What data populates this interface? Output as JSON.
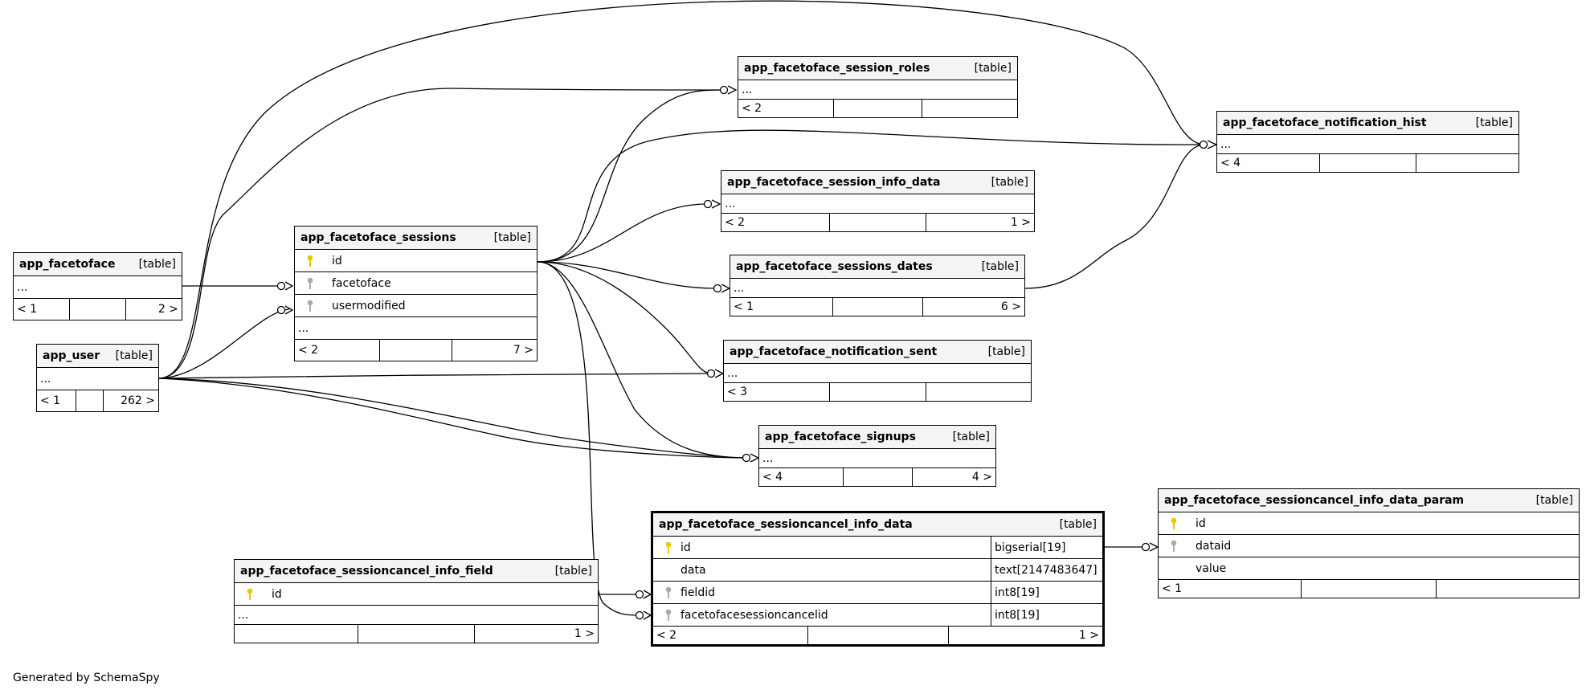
{
  "generated_by": "Generated by SchemaSpy",
  "key_colors": {
    "primary": "#e6c900",
    "foreign": "#aaaaaa"
  },
  "tables": {
    "app_facetoface": {
      "name": "app_facetoface",
      "type": "[table]",
      "rows": [
        "..."
      ],
      "footer": [
        "< 1",
        "",
        "2 >"
      ]
    },
    "app_user": {
      "name": "app_user",
      "type": "[table]",
      "rows": [
        "..."
      ],
      "footer": [
        "< 1",
        "",
        "262 >"
      ]
    },
    "app_facetoface_sessions": {
      "name": "app_facetoface_sessions",
      "type": "[table]",
      "rows": [
        {
          "key": "primary",
          "name": "id"
        },
        {
          "key": "foreign",
          "name": "facetoface"
        },
        {
          "key": "foreign",
          "name": "usermodified"
        },
        {
          "name": "..."
        }
      ],
      "footer": [
        "< 2",
        "",
        "7 >"
      ]
    },
    "app_facetoface_session_roles": {
      "name": "app_facetoface_session_roles",
      "type": "[table]",
      "rows": [
        "..."
      ],
      "footer": [
        "< 2",
        "",
        ""
      ]
    },
    "app_facetoface_notification_hist": {
      "name": "app_facetoface_notification_hist",
      "type": "[table]",
      "rows": [
        "..."
      ],
      "footer": [
        "< 4",
        "",
        ""
      ]
    },
    "app_facetoface_session_info_data": {
      "name": "app_facetoface_session_info_data",
      "type": "[table]",
      "rows": [
        "..."
      ],
      "footer": [
        "< 2",
        "",
        "1 >"
      ]
    },
    "app_facetoface_sessions_dates": {
      "name": "app_facetoface_sessions_dates",
      "type": "[table]",
      "rows": [
        "..."
      ],
      "footer": [
        "< 1",
        "",
        "6 >"
      ]
    },
    "app_facetoface_notification_sent": {
      "name": "app_facetoface_notification_sent",
      "type": "[table]",
      "rows": [
        "..."
      ],
      "footer": [
        "< 3",
        "",
        ""
      ]
    },
    "app_facetoface_signups": {
      "name": "app_facetoface_signups",
      "type": "[table]",
      "rows": [
        "..."
      ],
      "footer": [
        "< 4",
        "",
        "4 >"
      ]
    },
    "app_facetoface_sessioncancel_info_field": {
      "name": "app_facetoface_sessioncancel_info_field",
      "type": "[table]",
      "rows": [
        {
          "key": "primary",
          "name": "id"
        },
        {
          "name": "..."
        }
      ],
      "footer": [
        "",
        "",
        "1 >"
      ]
    },
    "app_facetoface_sessioncancel_info_data": {
      "name": "app_facetoface_sessioncancel_info_data",
      "type": "[table]",
      "rows": [
        {
          "key": "primary",
          "name": "id",
          "datatype": "bigserial[19]"
        },
        {
          "name": "data",
          "datatype": "text[2147483647]"
        },
        {
          "key": "foreign",
          "name": "fieldid",
          "datatype": "int8[19]"
        },
        {
          "key": "foreign",
          "name": "facetofacesessioncancelid",
          "datatype": "int8[19]"
        }
      ],
      "footer": [
        "< 2",
        "",
        "1 >"
      ]
    },
    "app_facetoface_sessioncancel_info_data_param": {
      "name": "app_facetoface_sessioncancel_info_data_param",
      "type": "[table]",
      "rows": [
        {
          "key": "primary",
          "name": "id"
        },
        {
          "key": "foreign",
          "name": "dataid"
        },
        {
          "name": "value"
        }
      ],
      "footer": [
        "< 1",
        "",
        ""
      ]
    }
  }
}
